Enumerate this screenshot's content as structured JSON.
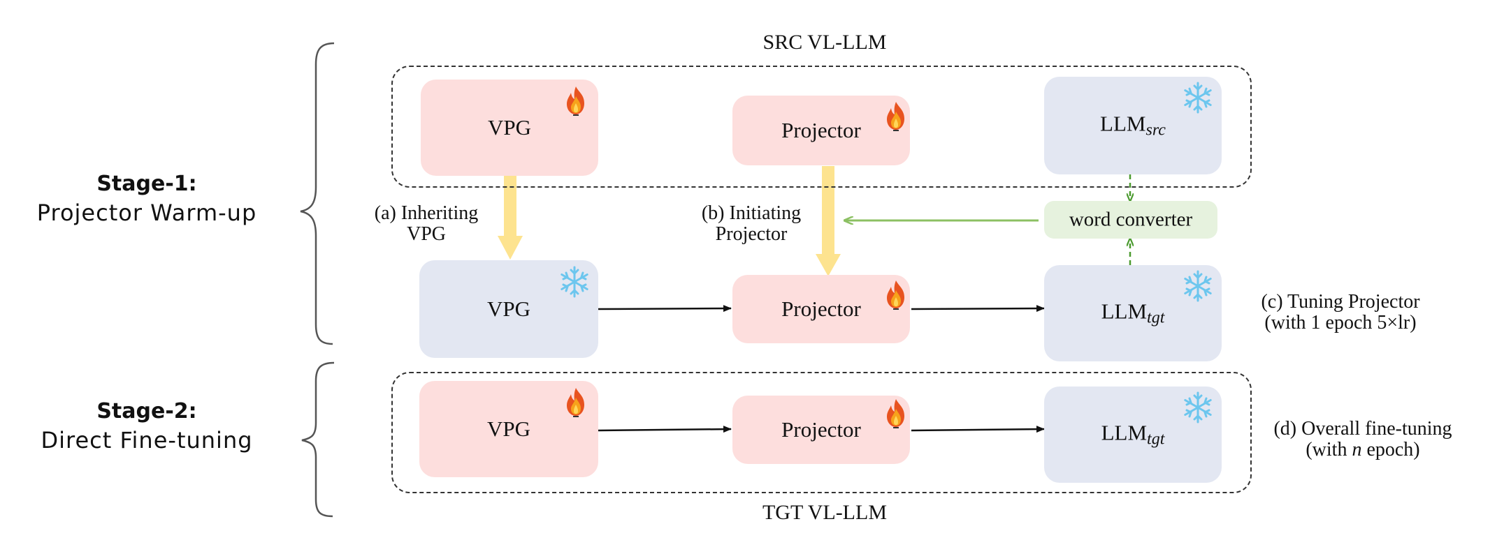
{
  "groups": {
    "src_title": "SRC VL-LLM",
    "tgt_title": "TGT VL-LLM"
  },
  "stages": [
    {
      "head": "Stage-1:",
      "sub": "Projector Warm-up"
    },
    {
      "head": "Stage-2:",
      "sub": "Direct Fine-tuning"
    }
  ],
  "src_row": {
    "vpg": "VPG",
    "projector": "Projector",
    "llm": "LLM",
    "llm_sub": "src"
  },
  "mid_row": {
    "vpg": "VPG",
    "projector": "Projector",
    "llm": "LLM",
    "llm_sub": "tgt",
    "word_converter": "word converter"
  },
  "tgt_row": {
    "vpg": "VPG",
    "projector": "Projector",
    "llm": "LLM",
    "llm_sub": "tgt"
  },
  "annotations": {
    "a_line1": "(a) Inheriting",
    "a_line2": "VPG",
    "b_line1": "(b) Initiating",
    "b_line2": "Projector",
    "c_line1": "(c) Tuning Projector",
    "c_line2": "(with 1 epoch 5×lr)",
    "d_line1": "(d) Overall fine-tuning",
    "d_line2_pre": "(with ",
    "d_line2_n": "n",
    "d_line2_post": " epoch)"
  },
  "icons": {
    "trainable": "fire-icon",
    "frozen": "snowflake-icon"
  },
  "colors": {
    "trainable_box": "#fddedd",
    "frozen_box": "#e3e7f2",
    "converter_box": "#e6f2de",
    "inherit_arrow": "#fde38f",
    "converter_arrow": "#7ab648",
    "flow_arrow": "#111111"
  }
}
